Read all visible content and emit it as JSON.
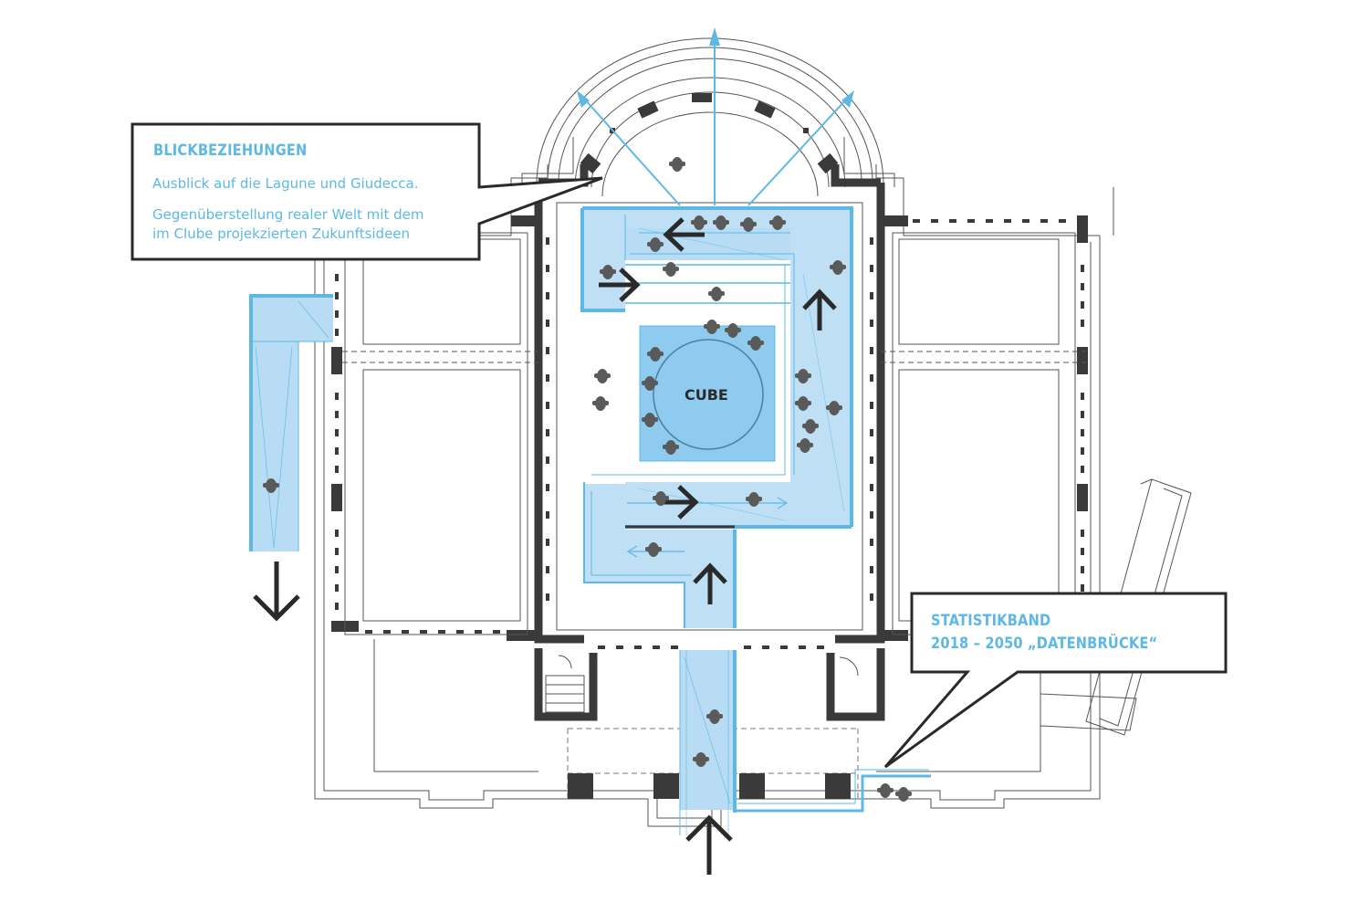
{
  "callouts": {
    "views": {
      "title": "BLICKBEZIEHUNGEN",
      "line1": "Ausblick auf die Lagune und Giudecca.",
      "line2": "Gegenüberstellung realer Welt mit dem",
      "line3": "im Clube projekzierten Zukunftsideen"
    },
    "stats": {
      "title_line1": "STATISTIKBAND",
      "title_line2": "2018 – 2050 „DATENBRÜCKE“"
    }
  },
  "center_label": "CUBE",
  "colors": {
    "accent": "#5db8e6",
    "accent_fill": "#b7dcf3",
    "cube_fill": "#8fcbee",
    "wall": "#3a3a3a",
    "thin_line": "#555555",
    "person": "#5a5a5a"
  }
}
